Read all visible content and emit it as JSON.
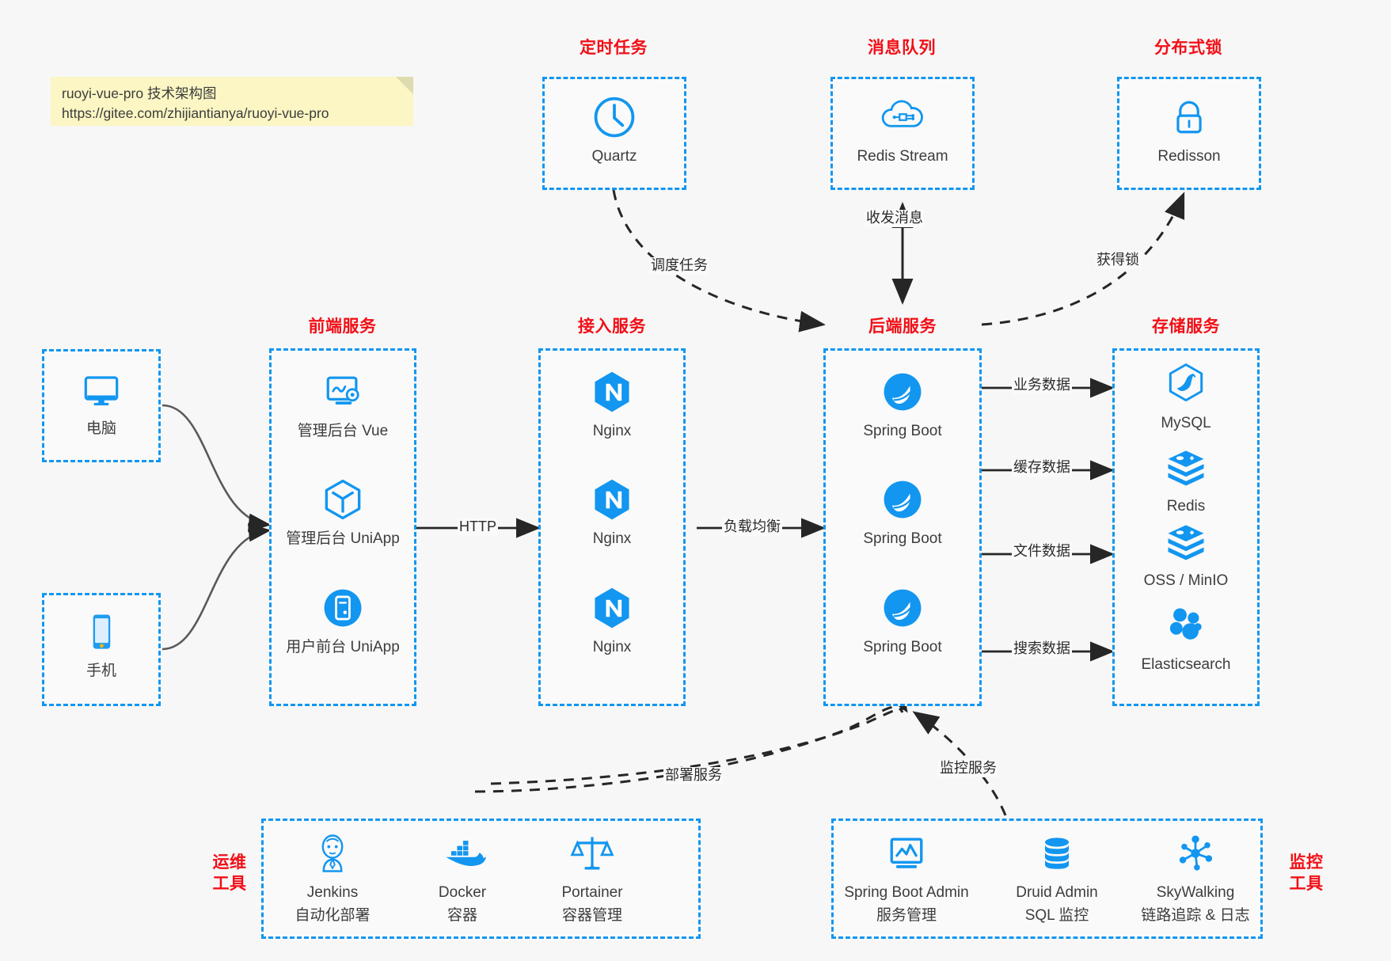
{
  "note": {
    "line1": "ruoyi-vue-pro 技术架构图",
    "line2": "https://gitee.com/zhijiantianya/ruoyi-vue-pro"
  },
  "colors": {
    "dashed_border": "#1296f0",
    "group_title": "#f20f17",
    "icon_blue": "#1296f0",
    "page_bg": "#f7f7f7",
    "note_bg": "#fbf6c3",
    "arrow": "#262626"
  },
  "groups": {
    "scheduler": {
      "title": "定时任务"
    },
    "mq": {
      "title": "消息队列"
    },
    "lock": {
      "title": "分布式锁"
    },
    "frontend": {
      "title": "前端服务"
    },
    "gateway": {
      "title": "接入服务"
    },
    "backend": {
      "title": "后端服务"
    },
    "storage": {
      "title": "存储服务"
    },
    "devops": {
      "title_line1": "运维",
      "title_line2": "工具"
    },
    "monitor": {
      "title_line1": "监控",
      "title_line2": "工具"
    }
  },
  "nodes": {
    "quartz": {
      "label": "Quartz",
      "icon": "clock-icon"
    },
    "redis_stream": {
      "label": "Redis Stream",
      "icon": "cloud-nodes-icon"
    },
    "redisson": {
      "label": "Redisson",
      "icon": "lock-icon"
    },
    "pc": {
      "label": "电脑",
      "icon": "monitor-icon"
    },
    "mobile": {
      "label": "手机",
      "icon": "phone-icon"
    },
    "admin_vue": {
      "label": "管理后台 Vue",
      "icon": "dashboard-gear-icon"
    },
    "admin_uniapp": {
      "label": "管理后台 UniApp",
      "icon": "cube-icon"
    },
    "user_uniapp": {
      "label": "用户前台 UniApp",
      "icon": "app-circle-icon"
    },
    "nginx1": {
      "label": "Nginx",
      "icon": "nginx-icon"
    },
    "nginx2": {
      "label": "Nginx",
      "icon": "nginx-icon"
    },
    "nginx3": {
      "label": "Nginx",
      "icon": "nginx-icon"
    },
    "springboot1": {
      "label": "Spring Boot",
      "icon": "spring-leaf-icon"
    },
    "springboot2": {
      "label": "Spring Boot",
      "icon": "spring-leaf-icon"
    },
    "springboot3": {
      "label": "Spring Boot",
      "icon": "spring-leaf-icon"
    },
    "mysql": {
      "label": "MySQL",
      "icon": "mysql-dolphin-icon"
    },
    "redis": {
      "label": "Redis",
      "icon": "redis-stack-icon"
    },
    "oss": {
      "label": "OSS / MinIO",
      "icon": "storage-stack-icon"
    },
    "elasticsearch": {
      "label": "Elasticsearch",
      "icon": "elasticsearch-icon"
    },
    "jenkins": {
      "label": "Jenkins",
      "sublabel": "自动化部署",
      "icon": "jenkins-butler-icon"
    },
    "docker": {
      "label": "Docker",
      "sublabel": "容器",
      "icon": "docker-whale-icon"
    },
    "portainer": {
      "label": "Portainer",
      "sublabel": "容器管理",
      "icon": "scales-icon"
    },
    "sba": {
      "label": "Spring Boot Admin",
      "sublabel": "服务管理",
      "icon": "monitor-chart-icon"
    },
    "druid": {
      "label": "Druid Admin",
      "sublabel": "SQL 监控",
      "icon": "database-icon"
    },
    "skywalking": {
      "label": "SkyWalking",
      "sublabel": "链路追踪 & 日志",
      "icon": "network-nodes-icon"
    }
  },
  "edges": [
    {
      "id": "http",
      "label": "HTTP"
    },
    {
      "id": "lb",
      "label": "负载均衡"
    },
    {
      "id": "schedule",
      "label": "调度任务"
    },
    {
      "id": "message",
      "label": "收发消息"
    },
    {
      "id": "acquire_lock",
      "label": "获得锁"
    },
    {
      "id": "biz_data",
      "label": "业务数据"
    },
    {
      "id": "cache_data",
      "label": "缓存数据"
    },
    {
      "id": "file_data",
      "label": "文件数据"
    },
    {
      "id": "search_data",
      "label": "搜索数据"
    },
    {
      "id": "deploy",
      "label": "部署服务"
    },
    {
      "id": "monitoring",
      "label": "监控服务"
    }
  ]
}
